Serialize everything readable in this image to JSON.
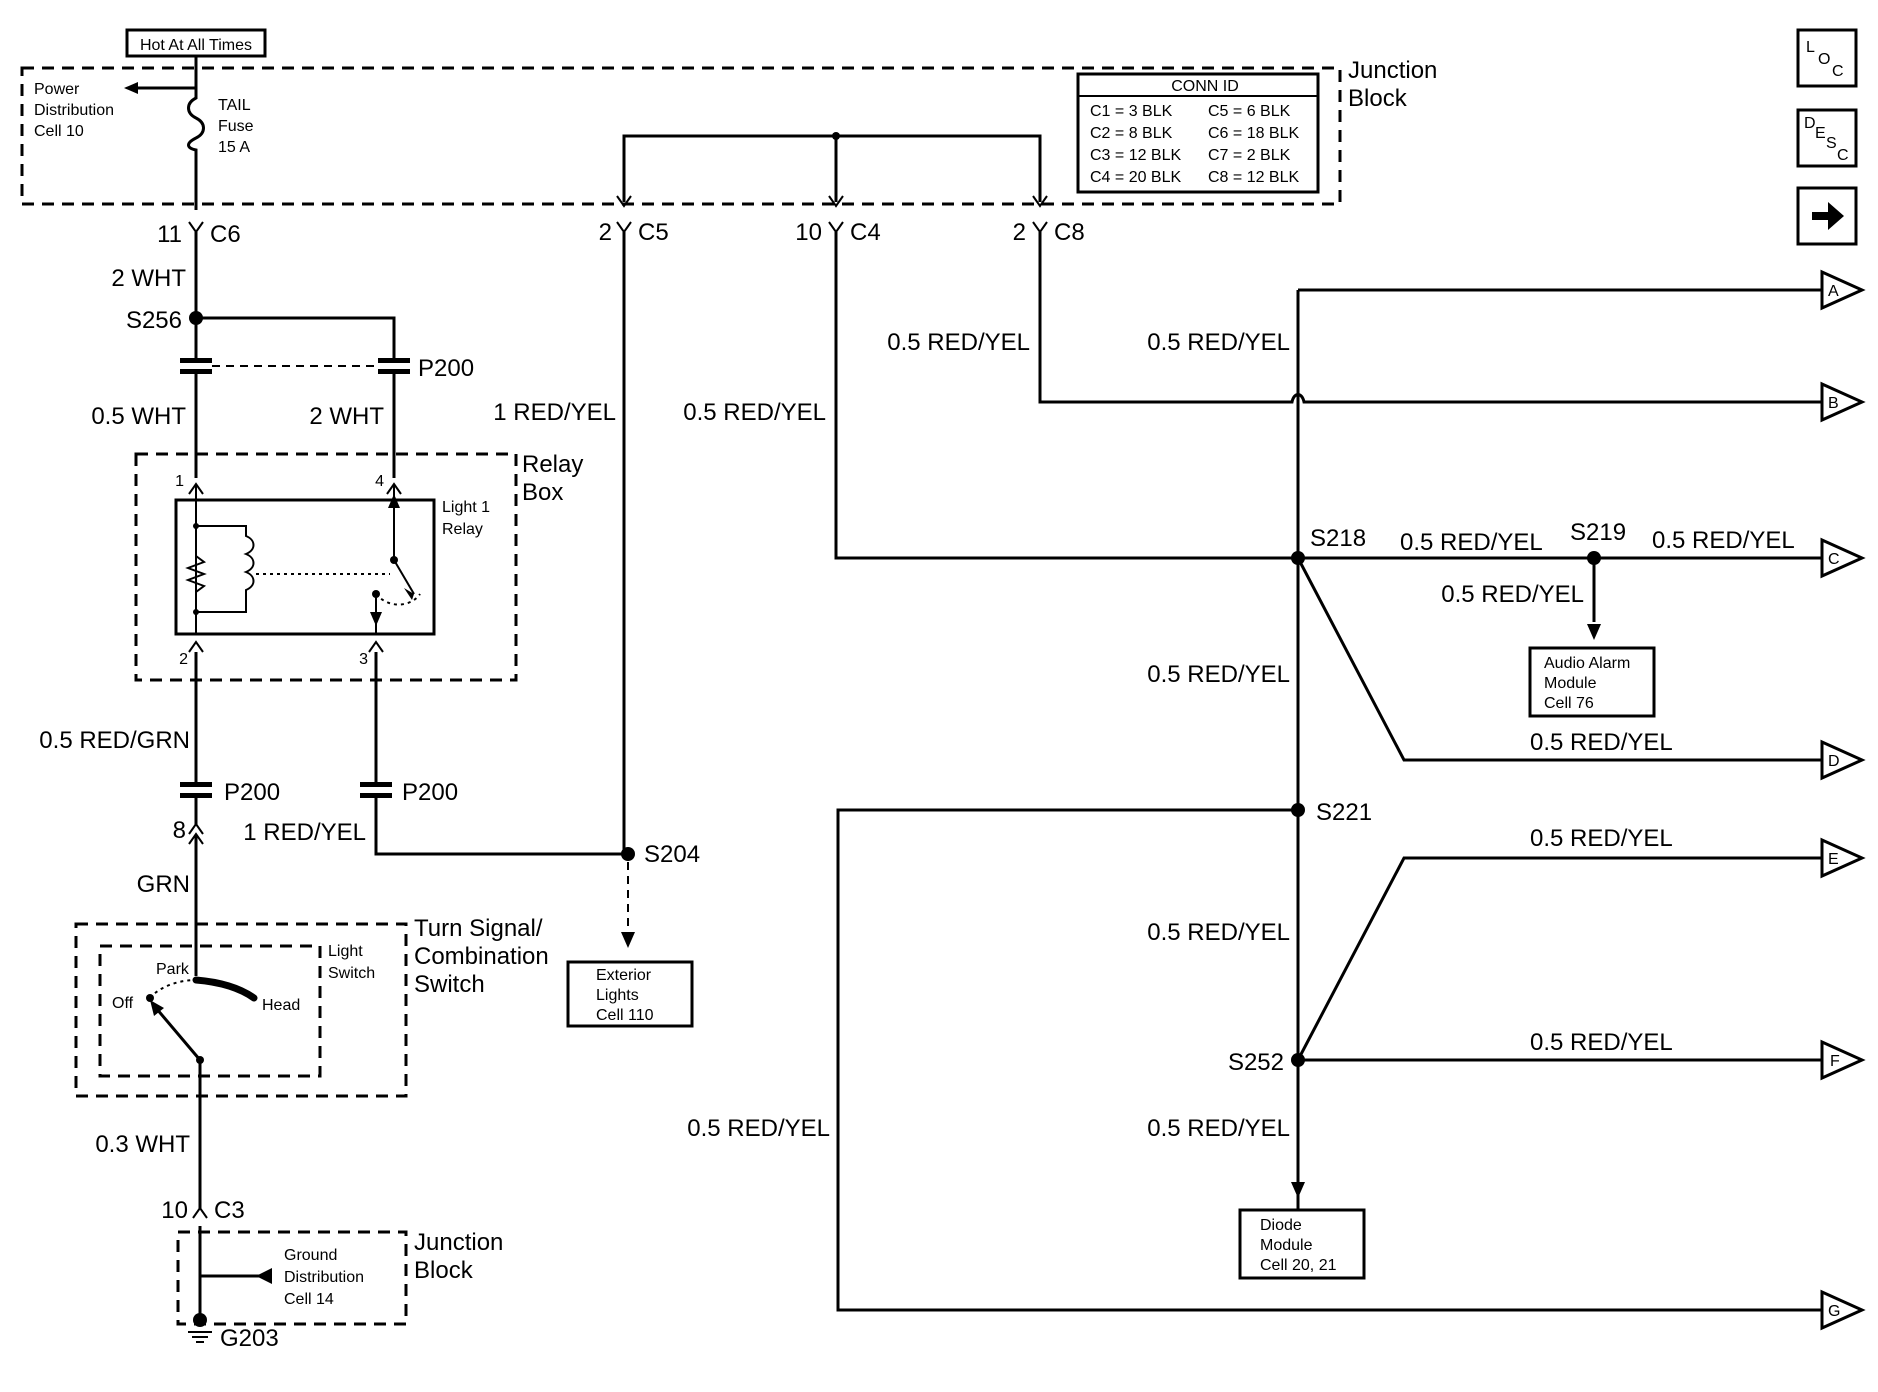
{
  "header": {
    "hot_at_all_times": "Hot At All Times"
  },
  "power_distribution": {
    "line1": "Power",
    "line2": "Distribution",
    "line3": "Cell 10"
  },
  "fuse": {
    "name": "TAIL",
    "line2": "Fuse",
    "rating": "15 A"
  },
  "junction_block_top": {
    "line1": "Junction",
    "line2": "Block"
  },
  "conn_id": {
    "title": "CONN ID",
    "rows": [
      [
        "C1 = 3 BLK",
        "C5 = 6 BLK"
      ],
      [
        "C2 = 8 BLK",
        "C6 = 18 BLK"
      ],
      [
        "C3 = 12 BLK",
        "C7 = 2 BLK"
      ],
      [
        "C4 = 20 BLK",
        "C8 = 12 BLK"
      ]
    ]
  },
  "nav": {
    "loc": [
      "L",
      "O",
      "C"
    ],
    "desc": [
      "D",
      "E",
      "S",
      "C"
    ],
    "arrow_icon": "right-arrow-icon"
  },
  "connectors": {
    "c6_pin": "11",
    "c6": "C6",
    "c5_pin": "2",
    "c5": "C5",
    "c4_pin": "10",
    "c4": "C4",
    "c8_pin": "2",
    "c8": "C8",
    "c3_pin": "10",
    "c3": "C3"
  },
  "splices": {
    "s256": "S256",
    "s218": "S218",
    "s219": "S219",
    "s221": "S221",
    "s252": "S252",
    "s204": "S204",
    "g203": "G203"
  },
  "p200": {
    "a": "P200",
    "b": "P200",
    "c": "P200"
  },
  "wires": {
    "w_2wht_top": "2 WHT",
    "w_05wht": "0.5 WHT",
    "w_2wht_mid": "2 WHT",
    "w_1redyel_c5": "1 RED/YEL",
    "w_05redyel_c4": "0.5 RED/YEL",
    "w_05redyel_c8": "0.5 RED/YEL",
    "w_05redyel_a": "0.5 RED/YEL",
    "w_05redyel_s218_s219": "0.5 RED/YEL",
    "w_05redyel_c": "0.5 RED/YEL",
    "w_05redyel_audio": "0.5 RED/YEL",
    "w_05redyel_vert1": "0.5 RED/YEL",
    "w_05redyel_d": "0.5 RED/YEL",
    "w_05redyel_e": "0.5 RED/YEL",
    "w_05redyel_vert2": "0.5 RED/YEL",
    "w_05redyel_f": "0.5 RED/YEL",
    "w_05redyel_diode": "0.5 RED/YEL",
    "w_05redyel_g": "0.5 RED/YEL",
    "w_05redgrn": "0.5 RED/GRN",
    "w_1redyel_relay": "1 RED/YEL",
    "w_grn": "GRN",
    "w_03wht": "0.3 WHT"
  },
  "relay_box": {
    "line1": "Relay",
    "line2": "Box",
    "relay_line1": "Light 1",
    "relay_line2": "Relay",
    "pin1": "1",
    "pin2": "2",
    "pin3": "3",
    "pin4": "4"
  },
  "p200_pin": "8",
  "turn_signal": {
    "line1": "Turn Signal/",
    "line2": "Combination",
    "line3": "Switch",
    "light1": "Light",
    "light2": "Switch",
    "park": "Park",
    "off": "Off",
    "head": "Head"
  },
  "junction_block_bottom": {
    "line1": "Junction",
    "line2": "Block"
  },
  "ground_dist": {
    "line1": "Ground",
    "line2": "Distribution",
    "line3": "Cell 14"
  },
  "exterior_lights": {
    "line1": "Exterior",
    "line2": "Lights",
    "line3": "Cell 110"
  },
  "audio_alarm": {
    "line1": "Audio Alarm",
    "line2": "Module",
    "line3": "Cell 76"
  },
  "diode_module": {
    "line1": "Diode",
    "line2": "Module",
    "line3": "Cell 20, 21"
  },
  "offpage": {
    "a": "A",
    "b": "B",
    "c": "C",
    "d": "D",
    "e": "E",
    "f": "F",
    "g": "G"
  }
}
